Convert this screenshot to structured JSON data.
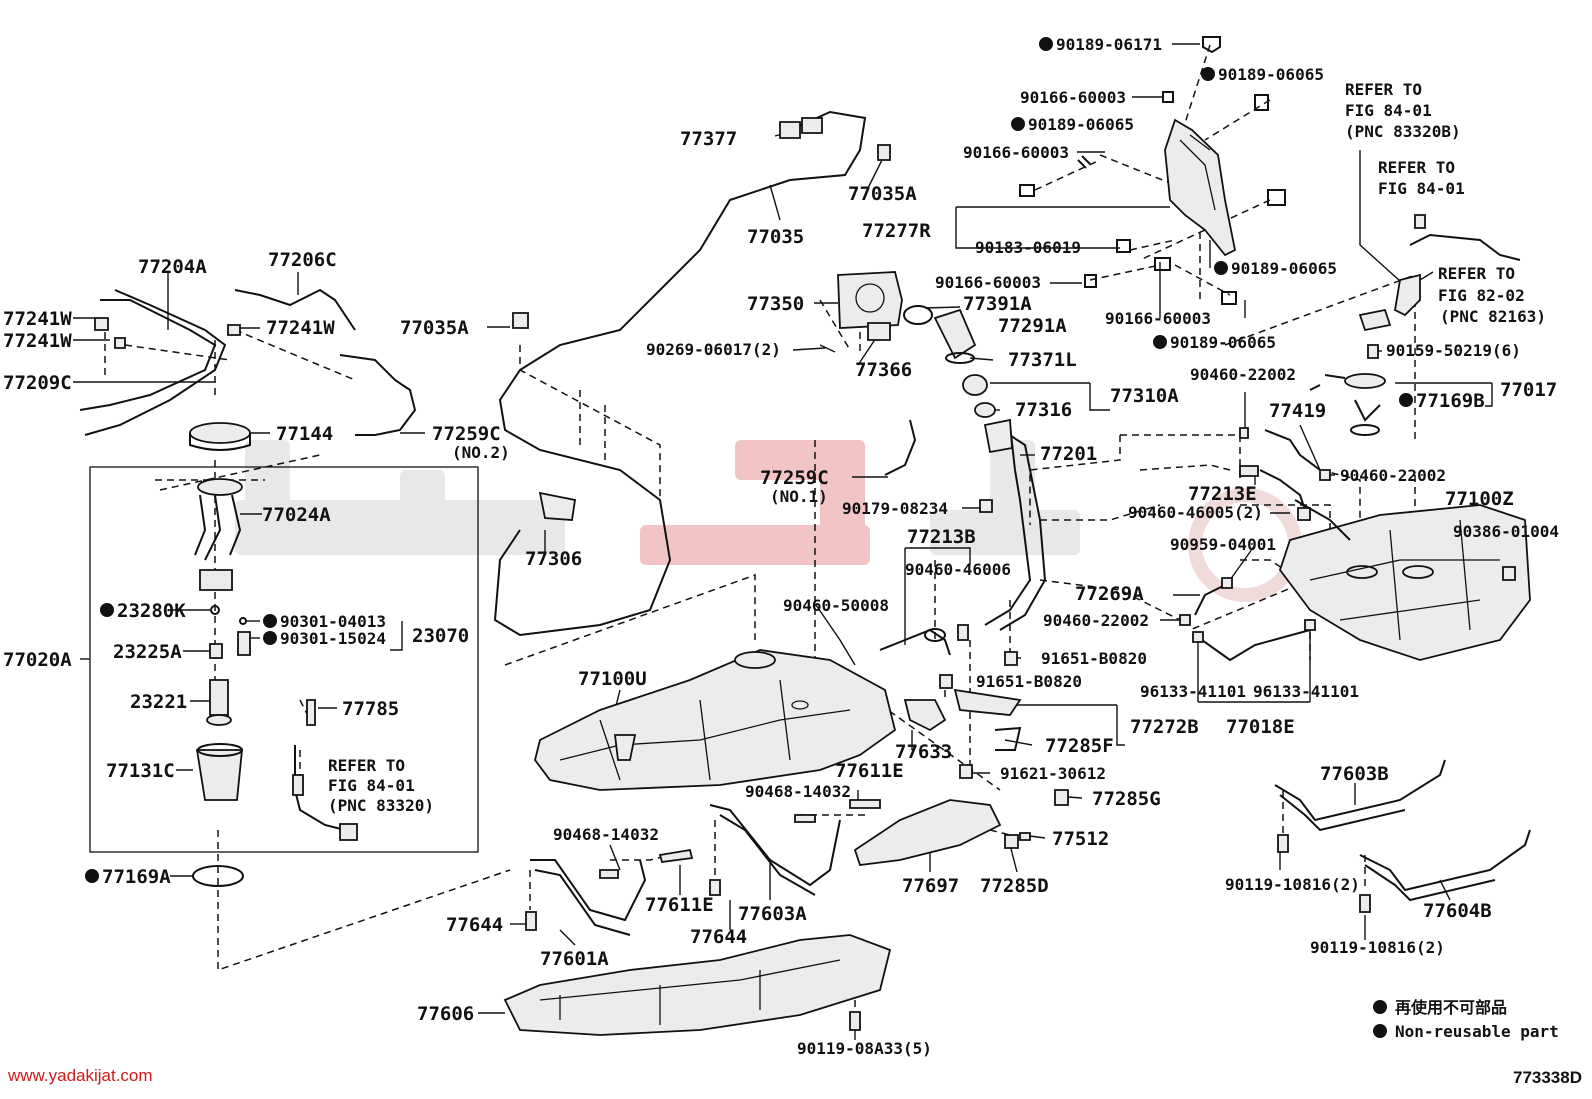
{
  "watermark": {
    "site_url": "www.yadakijat.com"
  },
  "figure_code": "773338D",
  "legend": {
    "reuse_jp": "再使用不可部品",
    "reuse_en": "Non-reusable part"
  },
  "parts": {
    "p1": "90189-06171",
    "p2": "90189-06065",
    "p3": "90166-60003",
    "p4": "90189-06065",
    "p5": "90166-60003",
    "p6": "77277R",
    "p7": "90183-06019",
    "p8": "90189-06065",
    "p9": "90166-60003",
    "p10": "90166-60003",
    "p11": "90189-06065",
    "p12": "77377",
    "p13": "77035A",
    "p14": "77035",
    "p15": "77350",
    "p16": "77391A",
    "p17": "77291A",
    "p18": "77366",
    "p19": "90269-06017(2)",
    "p20": "77371L",
    "p21": "77310A",
    "p22": "77316",
    "p23": "77201",
    "p24": "77204A",
    "p25": "77206C",
    "p26": "77241W",
    "p27": "77241W",
    "p28": "77241W",
    "p29": "77209C",
    "p30": "77035A",
    "p31": "77144",
    "p32": "77259C",
    "p33": "(NO.2)",
    "p34": "77024A",
    "p35": "77306",
    "p36": "77259C",
    "p37": "(NO.1)",
    "p38": "90179-08234",
    "p39": "77213B",
    "p40": "90460-46006",
    "p41": "23280K",
    "p42": "90301-04013",
    "p43": "90301-15024",
    "p44": "23070",
    "p45": "77020A",
    "p46": "23225A",
    "p47": "90460-50008",
    "p48": "23221",
    "p49": "77100U",
    "p50": "77785",
    "p51": "77131C",
    "p52": "REFER TO",
    "p53": "FIG 84-01",
    "p54": "(PNC 83320)",
    "p55": "77169A",
    "p56": "91651-B0820",
    "p57": "91651-B0820",
    "p58": "77272B",
    "p59": "77285F",
    "p60": "77633",
    "p61": "77611E",
    "p62": "91621-30612",
    "p63": "77285G",
    "p64": "90468-14032",
    "p65": "77512",
    "p66": "90468-14032",
    "p67": "77697",
    "p68": "77285D",
    "p69": "77611E",
    "p70": "77603A",
    "p71": "77644",
    "p72": "77644",
    "p73": "77601A",
    "p74": "77606",
    "p75": "90119-08A33(5)",
    "p76": "REFER TO",
    "p77": "FIG 84-01",
    "p78": "(PNC 83320B)",
    "p79": "REFER TO",
    "p80": "FIG 84-01",
    "p81": "REFER TO",
    "p82": "FIG 82-02",
    "p83": "(PNC 82163)",
    "p84": "90159-50219(6)",
    "p85": "90460-22002",
    "p86": "77017",
    "p87": "77419",
    "p88": "77169B",
    "p89": "90460-22002",
    "p90": "77213E",
    "p91": "77100Z",
    "p92": "90460-46005(2)",
    "p93": "90386-01004",
    "p94": "90959-04001",
    "p95": "77269A",
    "p96": "90460-22002",
    "p97": "96133-41101",
    "p98": "96133-41101",
    "p99": "77018E",
    "p100": "77603B",
    "p101": "90119-10816(2)",
    "p102": "77604B",
    "p103": "90119-10816(2)"
  }
}
